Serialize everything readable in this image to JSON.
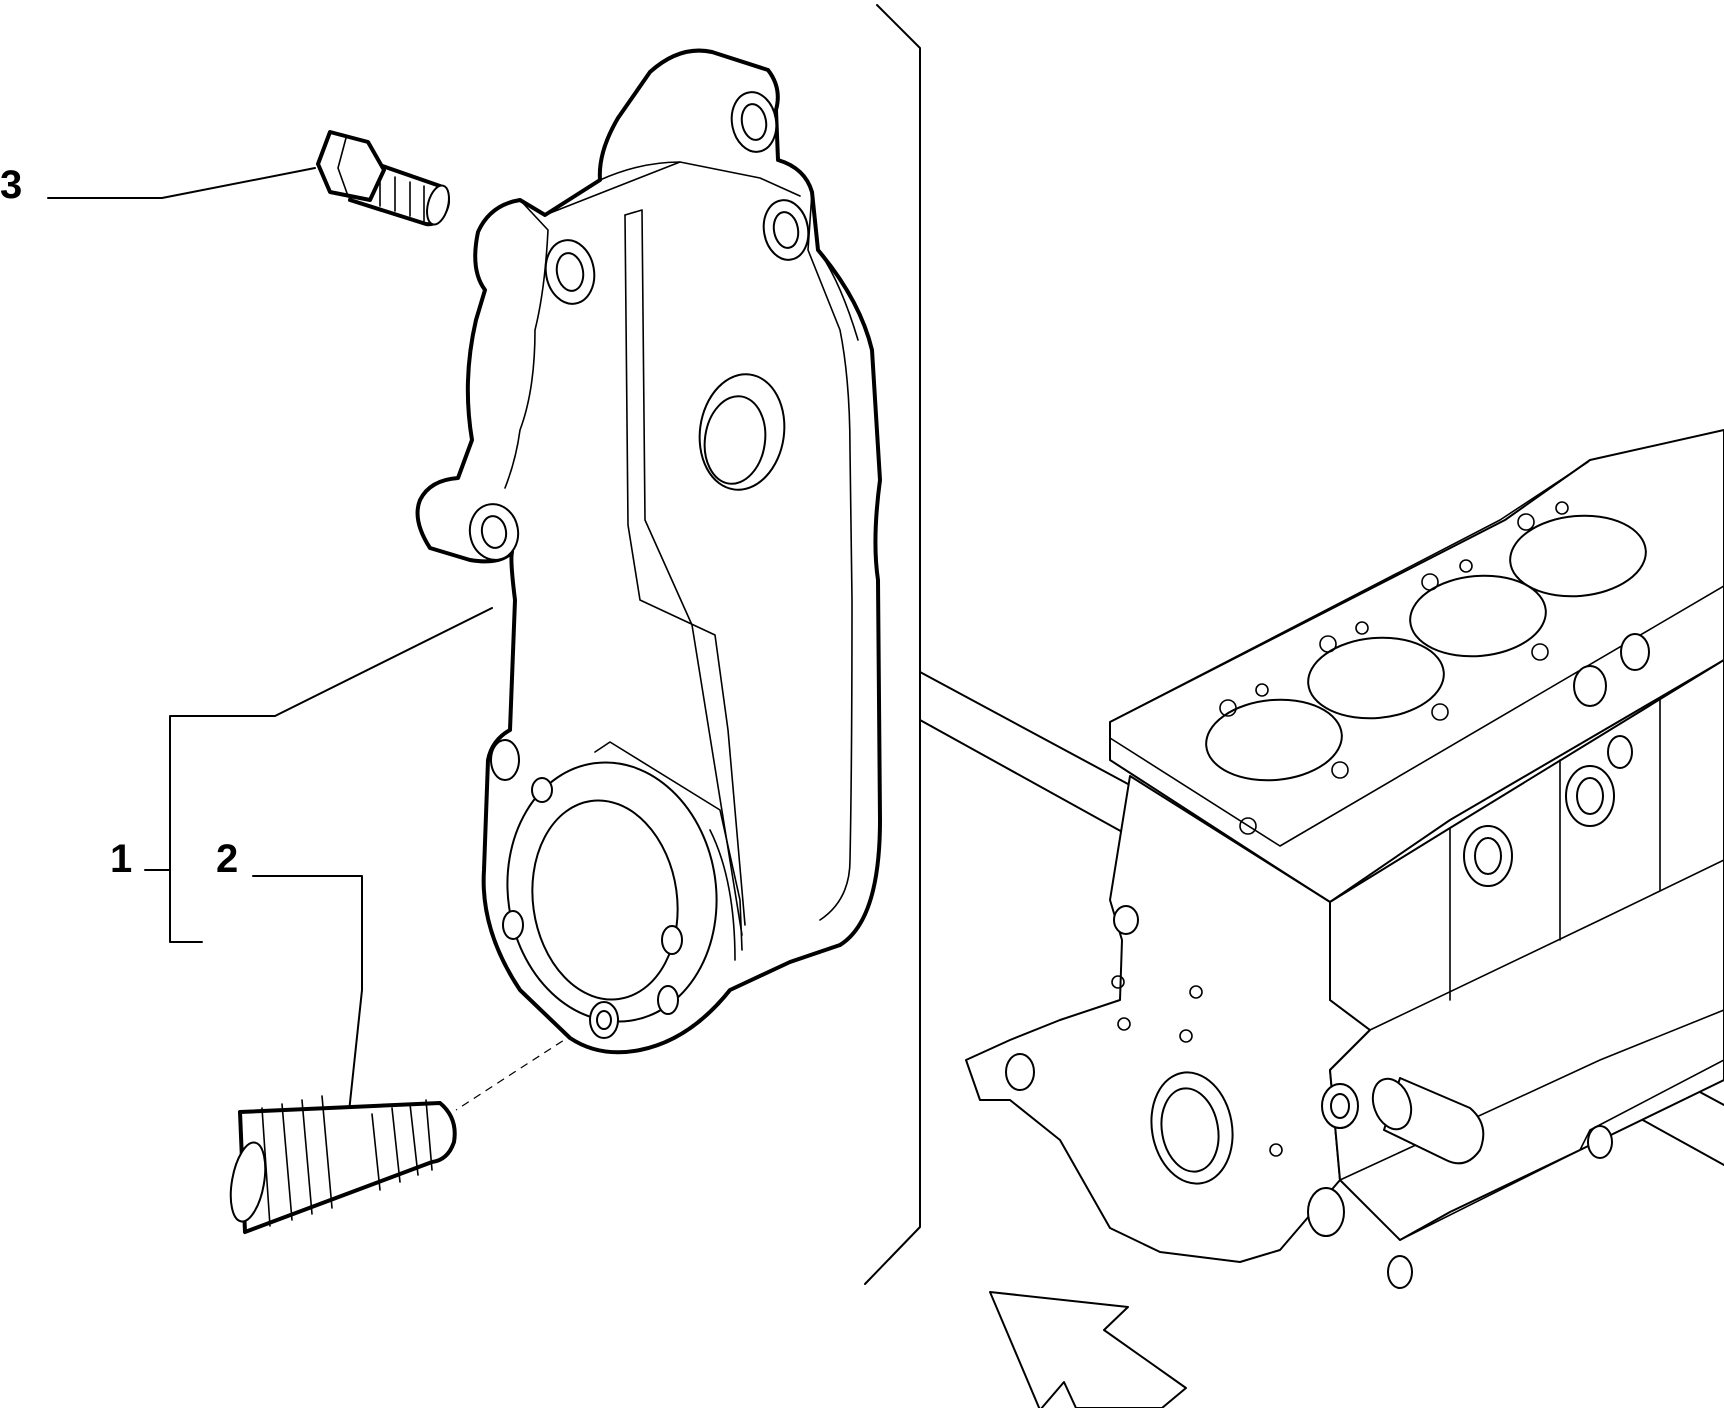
{
  "callouts": [
    {
      "label": "3",
      "part": "bolt"
    },
    {
      "label": "1",
      "part": "cover-assembly"
    },
    {
      "label": "2",
      "part": "stud"
    }
  ],
  "colors": {
    "ink": "#000000",
    "background": "#ffffff"
  },
  "icons": {
    "view_arrow": "view-direction-arrow-icon"
  }
}
